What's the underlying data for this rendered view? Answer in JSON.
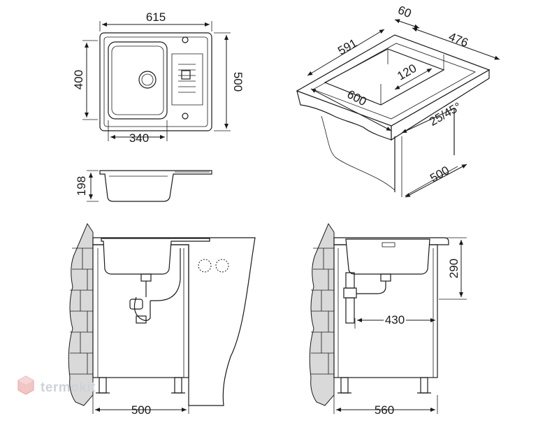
{
  "dimensions": {
    "top_width": "615",
    "top_height": "400",
    "top_depth": "500",
    "bowl_width": "340",
    "side_depth": "198",
    "iso_60": "60",
    "iso_591": "591",
    "iso_476": "476",
    "iso_120": "120",
    "iso_600": "600",
    "iso_angle": "25/45°",
    "iso_500": "500",
    "front_cabinet": "500",
    "side_height": "290",
    "side_drain": "430",
    "side_cabinet": "560"
  },
  "watermark": {
    "text": "termokit",
    "color": "#cfd3d8"
  },
  "colors": {
    "line": "#1a1a1a",
    "wall_fill": "#d9d9d9"
  }
}
